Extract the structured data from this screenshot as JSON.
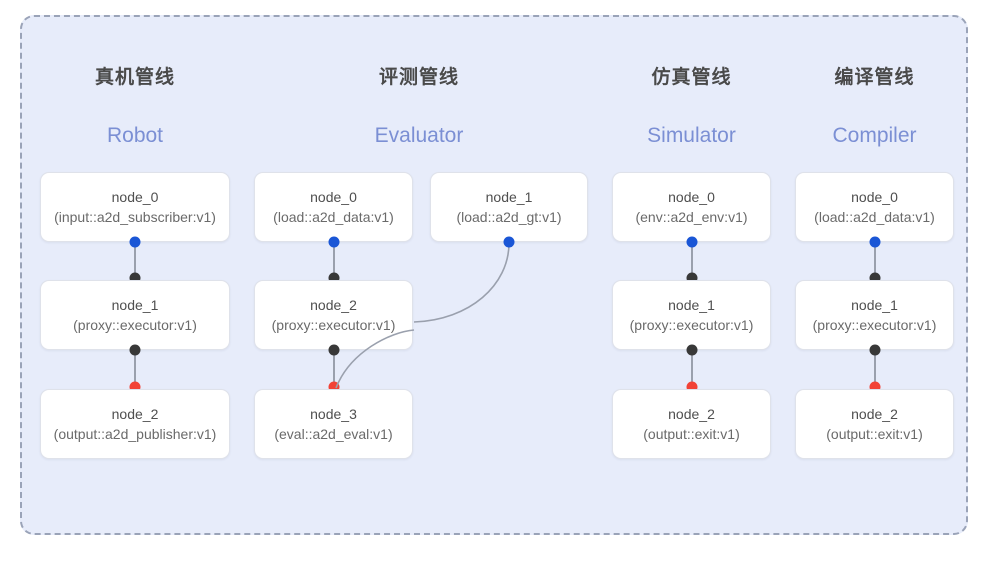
{
  "panel": {
    "background": "#e7ecfa",
    "border_color": "#9aa3b8",
    "border_style": "dashed"
  },
  "colors": {
    "title": "#4a4a4a",
    "subtitle": "#7b8fd4",
    "node_bg": "#ffffff",
    "node_border": "#dfe2ea",
    "dot_blue": "#1a56d6",
    "dot_black": "#383838",
    "dot_red": "#f24236",
    "edge": "#9aa0ad"
  },
  "columns": [
    {
      "key": "robot",
      "title": "真机管线",
      "subtitle": "Robot",
      "nodes": [
        {
          "id": "node_0",
          "type": "(input::a2d_subscriber:v1)"
        },
        {
          "id": "node_1",
          "type": "(proxy::executor:v1)"
        },
        {
          "id": "node_2",
          "type": "(output::a2d_publisher:v1)"
        }
      ]
    },
    {
      "key": "evaluator",
      "title": "评测管线",
      "subtitle": "Evaluator",
      "nodes": [
        {
          "id": "node_0",
          "type": "(load::a2d_data:v1)"
        },
        {
          "id": "node_2",
          "type": "(proxy::executor:v1)"
        },
        {
          "id": "node_3",
          "type": "(eval::a2d_eval:v1)"
        }
      ],
      "side_nodes": [
        {
          "id": "node_1",
          "type": "(load::a2d_gt:v1)"
        }
      ]
    },
    {
      "key": "simulator",
      "title": "仿真管线",
      "subtitle": "Simulator",
      "nodes": [
        {
          "id": "node_0",
          "type": "(env::a2d_env:v1)"
        },
        {
          "id": "node_1",
          "type": "(proxy::executor:v1)"
        },
        {
          "id": "node_2",
          "type": "(output::exit:v1)"
        }
      ]
    },
    {
      "key": "compiler",
      "title": "编译管线",
      "subtitle": "Compiler",
      "nodes": [
        {
          "id": "node_0",
          "type": "(load::a2d_data:v1)"
        },
        {
          "id": "node_1",
          "type": "(proxy::executor:v1)"
        },
        {
          "id": "node_2",
          "type": "(output::exit:v1)"
        }
      ]
    }
  ]
}
